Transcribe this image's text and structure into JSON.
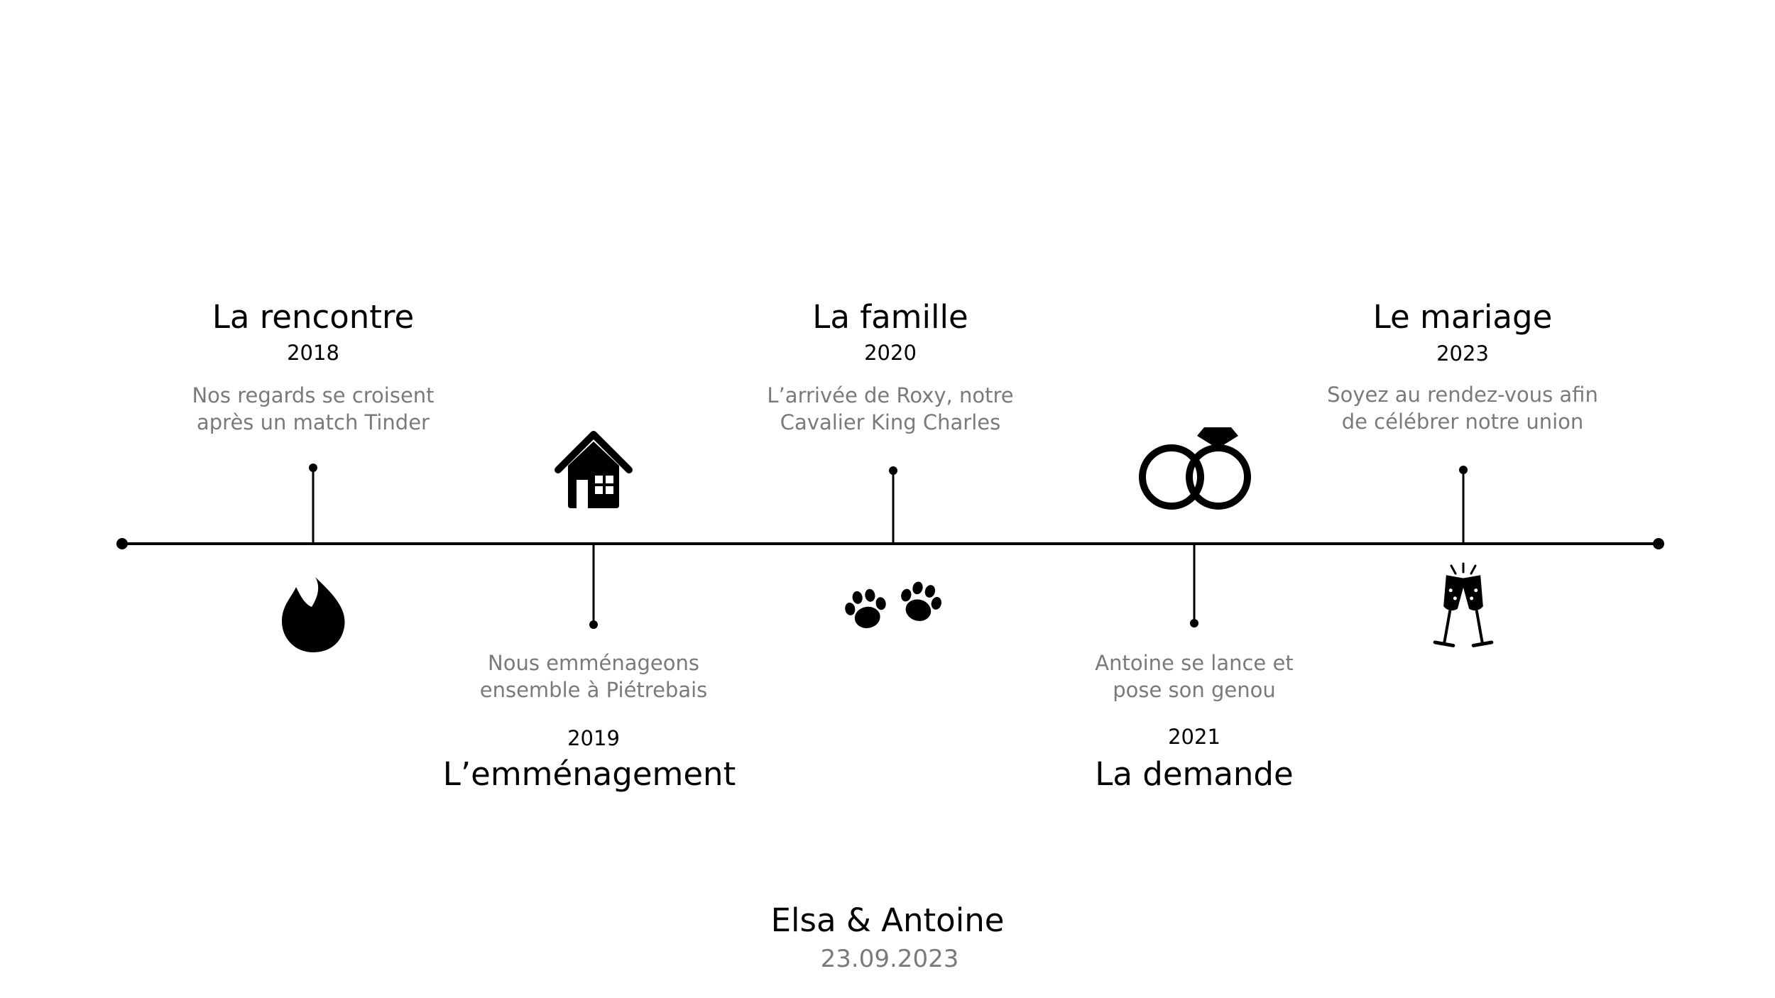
{
  "milestones": [
    {
      "title": "La rencontre",
      "year": "2018",
      "desc_line1": "Nos regards se croisent",
      "desc_line2": "après un match Tinder",
      "icon": "flame-icon"
    },
    {
      "title": "L’emménagement",
      "year": "2019",
      "desc_line1": "Nous emménageons",
      "desc_line2": "ensemble à Piétrebais",
      "icon": "house-icon"
    },
    {
      "title": "La famille",
      "year": "2020",
      "desc_line1": "L’arrivée de Roxy, notre",
      "desc_line2": "Cavalier King Charles",
      "icon": "paw-prints-icon"
    },
    {
      "title": "La demande",
      "year": "2021",
      "desc_line1": "Antoine se lance et",
      "desc_line2": "pose son genou",
      "icon": "rings-icon"
    },
    {
      "title": "Le mariage",
      "year": "2023",
      "desc_line1": "Soyez au rendez-vous afin",
      "desc_line2": "de célébrer notre union",
      "icon": "champagne-glasses-icon"
    }
  ],
  "footer": {
    "names": "Elsa & Antoine",
    "date": "23.09.2023"
  },
  "colors": {
    "line": "#000000",
    "title": "#000000",
    "description": "#7a7a7a",
    "background": "#ffffff"
  }
}
